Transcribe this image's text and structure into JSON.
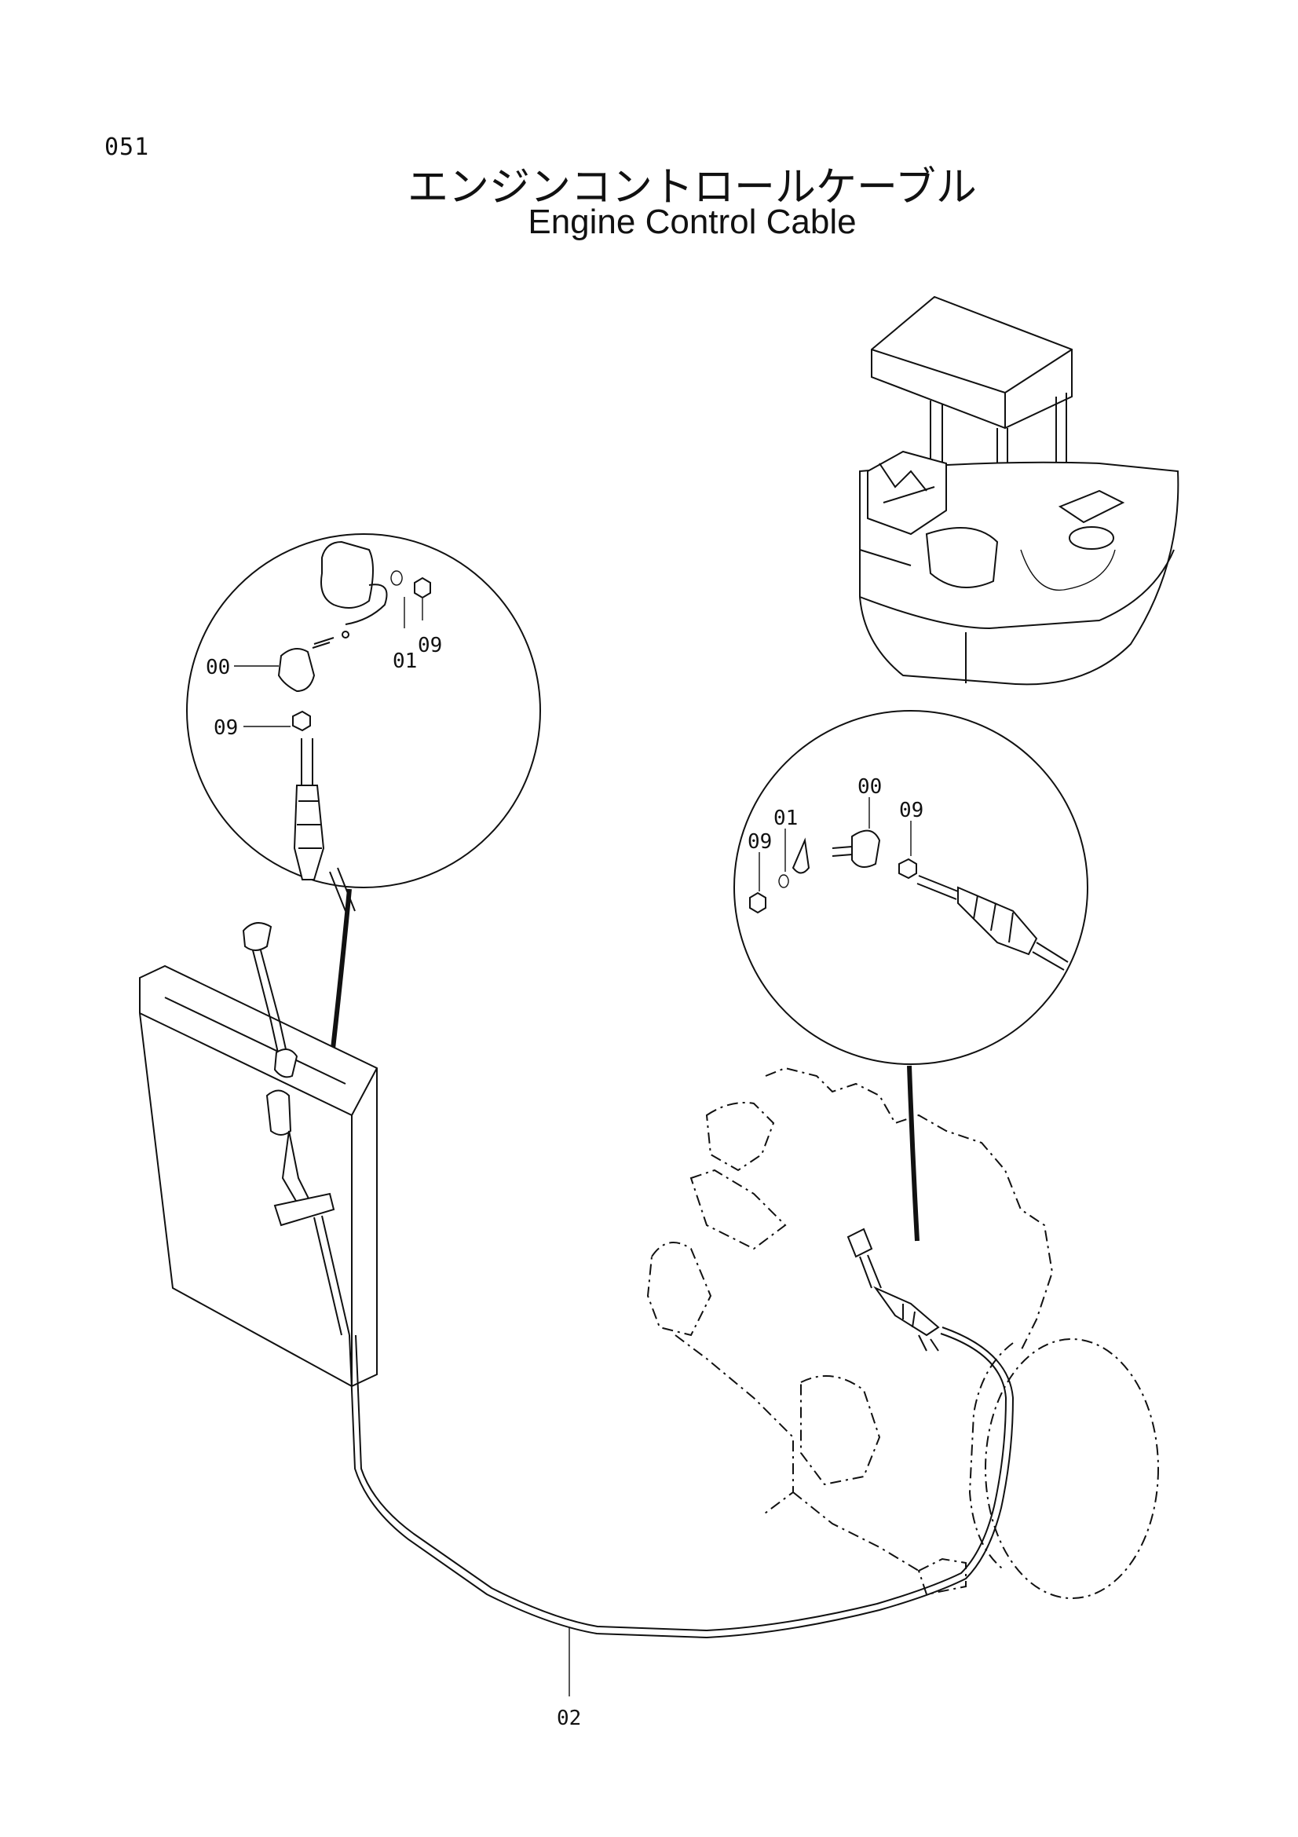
{
  "page": {
    "number": "051"
  },
  "title": {
    "japanese": "エンジンコントロールケーブル",
    "english": "Engine Control Cable"
  },
  "callouts": {
    "left_detail": {
      "a": "00",
      "b": "09",
      "c": "01",
      "d": "09"
    },
    "right_detail": {
      "a": "00",
      "b": "09",
      "c": "01",
      "d": "09"
    },
    "cable": "02"
  }
}
